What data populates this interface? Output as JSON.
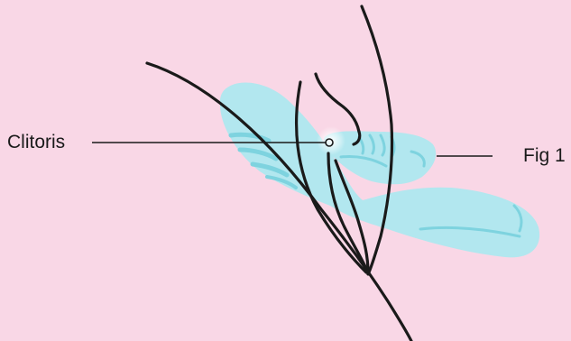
{
  "labels": {
    "clitoris": "Clitoris",
    "figure": "Fig 1"
  },
  "colors": {
    "background": "#f9d7e6",
    "toy_body": "#b2e7ef",
    "toy_stripe": "#7ed3df",
    "outline": "#1a1a1a",
    "glow": "#ffffff"
  },
  "icons": {
    "toy": "rabbit-vibrator-illustration",
    "anatomy": "vulva-outline-illustration"
  }
}
